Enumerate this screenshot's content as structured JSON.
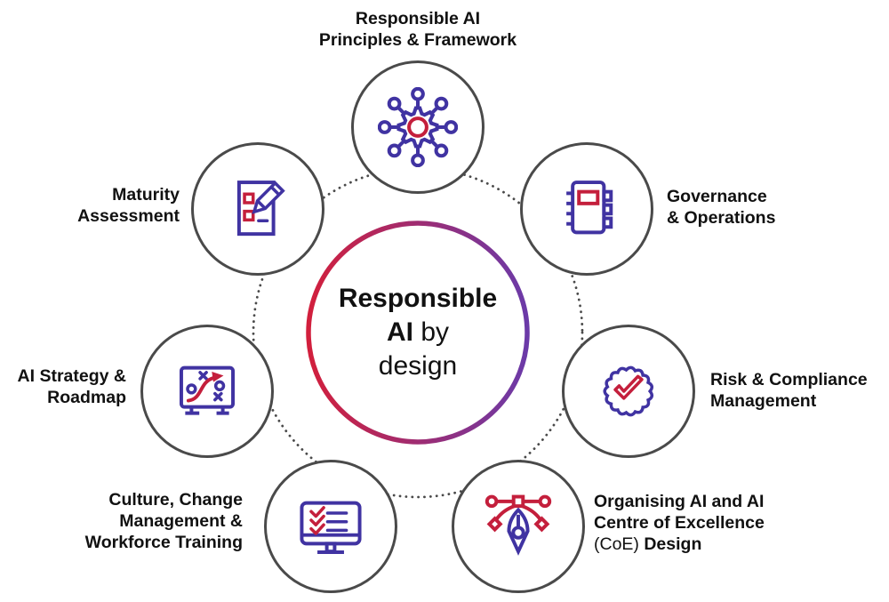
{
  "center": {
    "line1": "Responsible",
    "line2_bold": "AI",
    "line2_rest": " by",
    "line3": "design"
  },
  "nodes": [
    {
      "label": "Responsible AI\nPrinciples & Framework",
      "icon": "network-gear-icon"
    },
    {
      "label": "Governance\n& Operations",
      "icon": "notebook-icon"
    },
    {
      "label": "Risk & Compliance\nManagement",
      "icon": "badge-check-icon"
    },
    {
      "label_line1": "Organising AI and AI",
      "label_line2": "Centre of Excellence",
      "label_line3_regular": "(CoE) ",
      "label_line3_bold": "Design",
      "icon": "pen-tool-icon"
    },
    {
      "label": "Culture, Change\nManagement &\nWorkforce Training",
      "icon": "monitor-checklist-icon"
    },
    {
      "label": "AI Strategy &\nRoadmap",
      "icon": "strategy-board-icon"
    },
    {
      "label": "Maturity\nAssessment",
      "icon": "clipboard-pencil-icon"
    }
  ],
  "colors": {
    "purple": "#4033A2",
    "red": "#C41F3C",
    "gradient_start": "#D21F3C",
    "gradient_end": "#6B3AA8",
    "circle_stroke": "#4A4A4A",
    "text": "#111111"
  }
}
